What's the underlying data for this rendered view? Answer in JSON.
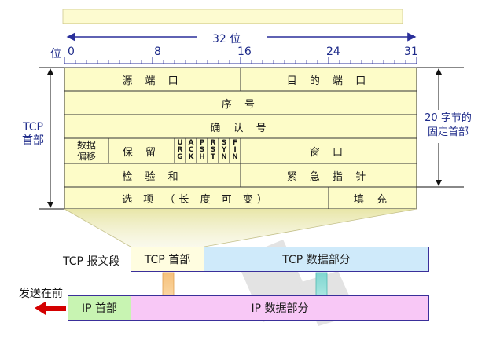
{
  "bit_scale": {
    "label": "位",
    "width_label": "32 位",
    "ticks": [
      "0",
      "8",
      "16",
      "24",
      "31"
    ]
  },
  "header": {
    "side_label_line1": "TCP",
    "side_label_line2": "首部",
    "right_label_line1": "20 字节的",
    "right_label_line2": "固定首部",
    "rows": {
      "src_port": "源 端 口",
      "dst_port": "目 的 端 口",
      "seq": "序 号",
      "ack": "确 认 号",
      "offset_line1": "数据",
      "offset_line2": "偏移",
      "reserved": "保 留",
      "flags": [
        "URG",
        "ACK",
        "PSH",
        "RST",
        "SYN",
        "FIN"
      ],
      "window": "窗 口",
      "checksum": "检 验 和",
      "urgent": "紧 急 指 针",
      "options": "选 项 （长 度 可 变）",
      "padding": "填 充"
    }
  },
  "segment": {
    "label": "TCP 报文段",
    "tcp_header": "TCP 首部",
    "tcp_data": "TCP 数据部分"
  },
  "ip_packet": {
    "send_first": "发送在前",
    "ip_header": "IP 首部",
    "ip_data": "IP 数据部分"
  },
  "colors": {
    "table_fill": "#fdfcc8",
    "tcp_header_fill": "#fffde0",
    "tcp_data_fill": "#cfeafa",
    "ip_header_fill": "#c8f4b2",
    "ip_data_fill": "#f8c8f6",
    "arrow_red": "#d40000",
    "line_blue": "#2a2f9a"
  }
}
